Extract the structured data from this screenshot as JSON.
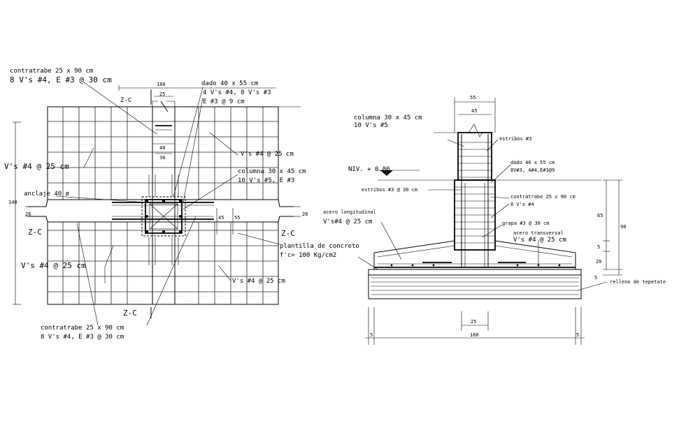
{
  "plan": {
    "contratrabe_top_1": "contratrabe 25 x 90 cm",
    "contratrabe_top_2": "8 V's #4, E #3 @ 30 cm",
    "dado_1": "dado 40 x 55 cm",
    "dado_2": "4 V's #4, 8 V's #3",
    "dado_3": "E #3 @ 9 cm",
    "zc": "Z-C",
    "dim_160": "160",
    "dim_25": "25",
    "dim_40": "40",
    "dim_30": "30",
    "dim_26": "26",
    "dim_45": "45",
    "dim_55": "55",
    "dim_140": "140",
    "vs_right_top": "V's #4 @ 25 cm",
    "vs_left_top": "V's #4 @ 25 cm",
    "columna_1": "columna 30 x 45 cm",
    "columna_2": "10 V's #5, E #3",
    "anclaje": "anclaje 40 ø",
    "plantilla_1": "plantilla de concreto",
    "plantilla_2": "f'c= 100 Kg/cm2",
    "vs_left_bottom": "V's #4 @ 25 cm",
    "vs_right_bottom": "V's #4 @ 25 cm",
    "contratrabe_bot_1": "contratrabe 25 x 90 cm",
    "contratrabe_bot_2": "8 V's #4, E #3 @ 30 cm"
  },
  "section": {
    "dim_55": "55",
    "dim_45": "45",
    "columna_1": "columna 30 x 45 cm",
    "columna_2": "10 V's #5",
    "estribos_top": "estribos #3",
    "niv": "NIV. + 0.00",
    "dado_1": "dado 40 x 55 cm",
    "dado_2": "8V#3, 4#4,E#3@9",
    "estribos_mid": "estribos #3 @ 30 cm",
    "contratrabe_1": "contratrabe 25 x 90 cm",
    "contratrabe_2": "8 V's #4",
    "acero_long_1": "acero longitudinal",
    "acero_long_2": "V's#4 @ 25 cm",
    "grapa": "grapa #3 @ 30 cm",
    "acero_trans_1": "acero transversal",
    "acero_trans_2": "V's #4 @ 25 cm",
    "dim_65": "65",
    "dim_90": "90",
    "dim_5": "5",
    "dim_20": "20",
    "dim_5b": "5",
    "relleno": "relleno de tepetate",
    "dim_25": "25",
    "dim_5l": "5",
    "dim_160": "160",
    "dim_5r": "5"
  },
  "colors": {
    "line": "#000000",
    "background": "#ffffff"
  }
}
